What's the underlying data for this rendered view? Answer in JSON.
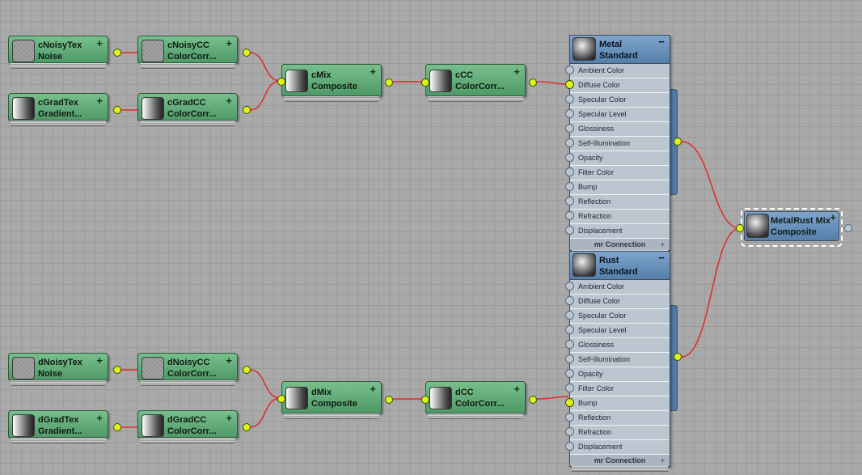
{
  "nodes": {
    "cNoisyTex": {
      "name": "cNoisyTex",
      "type": "Noise"
    },
    "cNoisyCC": {
      "name": "cNoisyCC",
      "type": "ColorCorr..."
    },
    "cGradTex": {
      "name": "cGradTex",
      "type": "Gradient..."
    },
    "cGradCC": {
      "name": "cGradCC",
      "type": "ColorCorr..."
    },
    "cMix": {
      "name": "cMix",
      "type": "Composite"
    },
    "cCC": {
      "name": "cCC",
      "type": "ColorCorr..."
    },
    "dNoisyTex": {
      "name": "dNoisyTex",
      "type": "Noise"
    },
    "dNoisyCC": {
      "name": "dNoisyCC",
      "type": "ColorCorr..."
    },
    "dGradTex": {
      "name": "dGradTex",
      "type": "Gradient..."
    },
    "dGradCC": {
      "name": "dGradCC",
      "type": "ColorCorr..."
    },
    "dMix": {
      "name": "dMix",
      "type": "Composite"
    },
    "dCC": {
      "name": "dCC",
      "type": "ColorCorr..."
    },
    "final": {
      "name": "MetalRust Mix",
      "type": "Composite"
    }
  },
  "materials": {
    "metal": {
      "name": "Metal",
      "type": "Standard",
      "connected_slot": "Diffuse Color"
    },
    "rust": {
      "name": "Rust",
      "type": "Standard",
      "connected_slot": "Bump"
    }
  },
  "slots": [
    "Ambient Color",
    "Diffuse Color",
    "Specular Color",
    "Specular Level",
    "Glossiness",
    "Self-Illumination",
    "Opacity",
    "Filter Color",
    "Bump",
    "Reflection",
    "Refraction",
    "Displacement"
  ],
  "mr_connection_label": "mr Connection",
  "colors": {
    "wire": "#e02a2a",
    "socket": "#ddf21e",
    "map_node": "#5ea877",
    "material_header": "#6a93bd"
  }
}
